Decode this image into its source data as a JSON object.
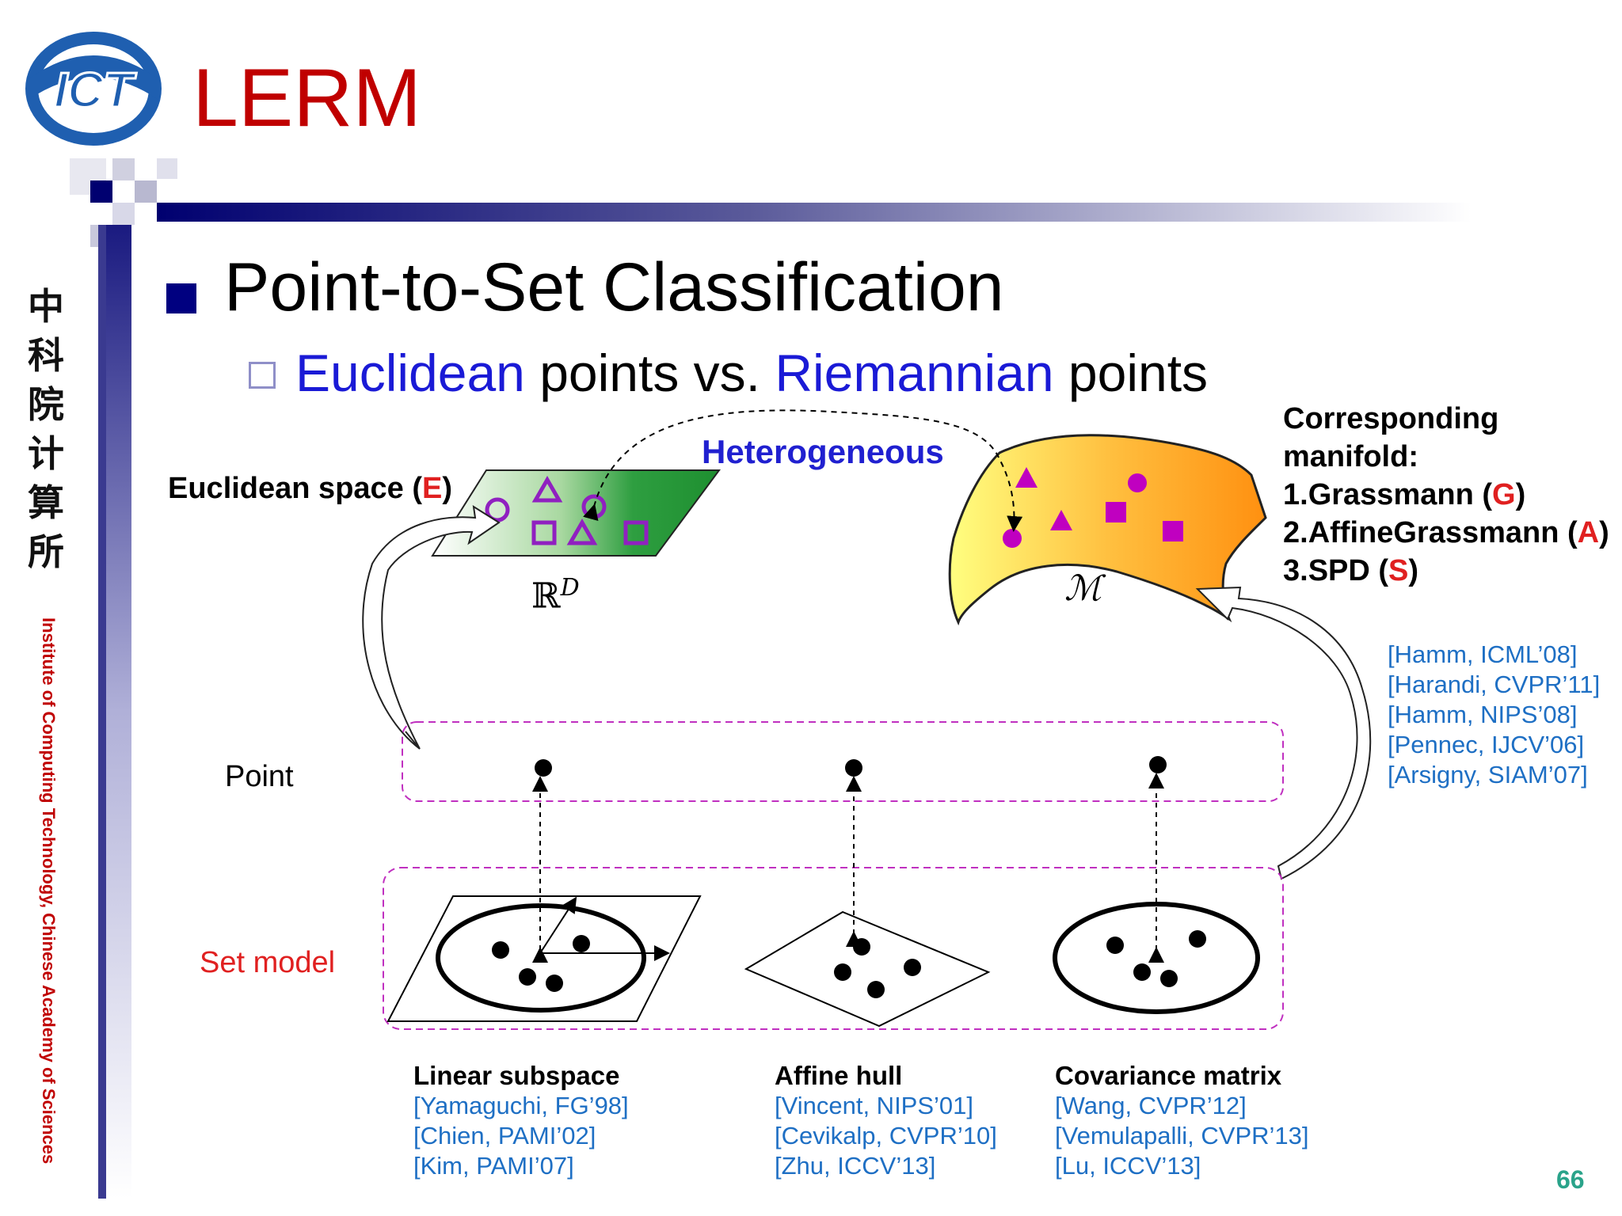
{
  "slide": {
    "logo_text": "ICT",
    "title": "LERM",
    "main_bullet": "Point-to-Set Classification",
    "sub_bullet": {
      "part1": "Euclidean",
      "part2": " points vs. ",
      "part3": "Riemannian",
      "part4": " points"
    },
    "page_number": "66"
  },
  "sidebar": {
    "chinese_chars": [
      "中",
      "科",
      "院",
      "计",
      "算",
      "所"
    ],
    "vertical_text": "Institute of Computing Technology, Chinese Academy of Sciences"
  },
  "diagram": {
    "heterogeneous": "Heterogeneous",
    "euclidean_space": {
      "text": "Euclidean space (",
      "letter": "E",
      "close": ")"
    },
    "rd_label": "ℝ",
    "rd_sup": "D",
    "manifold_label": "ℳ",
    "corresponding": {
      "line1": "Corresponding",
      "line2": "manifold:",
      "items": [
        {
          "prefix": "1.Grassmann (",
          "letter": "G",
          "suffix": ")"
        },
        {
          "prefix": "2.AffineGrassmann (",
          "letter": "A",
          "suffix": ")"
        },
        {
          "prefix": "3.SPD (",
          "letter": "S",
          "suffix": ")"
        }
      ]
    },
    "right_refs": [
      "[Hamm, ICML’08]",
      "[Harandi, CVPR’11]",
      "[Hamm, NIPS’08]",
      "[Pennec, IJCV’06]",
      "[Arsigny, SIAM’07]"
    ],
    "point_label": "Point",
    "set_model_label": "Set model",
    "columns": [
      {
        "title": "Linear subspace",
        "refs": [
          "[Yamaguchi, FG’98]",
          "[Chien, PAMI’02]",
          "[Kim, PAMI’07]"
        ]
      },
      {
        "title": "Affine hull",
        "refs": [
          "[Vincent, NIPS’01]",
          "[Cevikalp, CVPR’10]",
          "[Zhu, ICCV’13]"
        ]
      },
      {
        "title": "Covariance matrix",
        "refs": [
          "[Wang, CVPR’12]",
          "[Vemulapalli, CVPR’13]",
          "[Lu, ICCV’13]"
        ]
      }
    ]
  },
  "colors": {
    "title_red": "#c00000",
    "navy": "#000080",
    "blue_text": "#1a1ad6",
    "ref_blue": "#1e6fc4",
    "magenta": "#c000c0",
    "purple": "#8020c0",
    "page_number": "#2aa38a"
  }
}
